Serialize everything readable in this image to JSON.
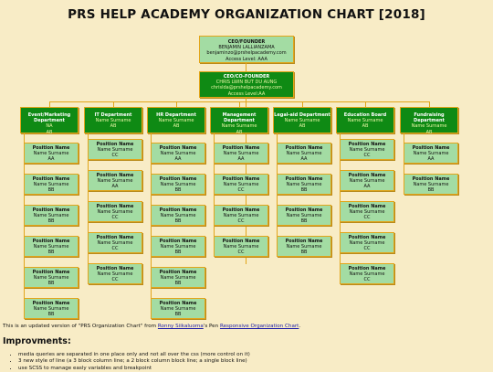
{
  "title": "PRS HELP ACADEMY ORGANIZATION CHART [2018]",
  "chart_data": {
    "type": "org-chart",
    "founder": {
      "role": "CEO/FOUNDER",
      "name": "BENJAMIN LALLIANZAMA",
      "email": "benjaminzo@prshelpacademy.com",
      "access": "Access Level: AAA"
    },
    "cofounder": {
      "role": "CEO/CO-FOUNDER",
      "name": "CHRIS LWIN BUT DU AUNG",
      "email": "chrislda@prshelpacademy.com",
      "access": "Access Level:AA"
    },
    "departments": [
      {
        "name": "Event/Marketing Department",
        "head": "NA",
        "level": "AB",
        "positions": [
          {
            "title": "Position Name",
            "name": "Name Surname",
            "level": "AA"
          },
          {
            "title": "Position Name",
            "name": "Name Surname",
            "level": "BB"
          },
          {
            "title": "Position Name",
            "name": "Name Surname",
            "level": "BB"
          },
          {
            "title": "Position Name",
            "name": "Name Surname",
            "level": "BB"
          },
          {
            "title": "Position Name",
            "name": "Name Surname",
            "level": "BB"
          },
          {
            "title": "Position Name",
            "name": "Name Surname",
            "level": "BB"
          }
        ]
      },
      {
        "name": "IT Department",
        "head": "Name Surname",
        "level": "AB",
        "positions": [
          {
            "title": "Position Name",
            "name": "Name Surname",
            "level": "CC"
          },
          {
            "title": "Position Name",
            "name": "Name Surname",
            "level": "AA"
          },
          {
            "title": "Position Name",
            "name": "Name Surname",
            "level": "CC"
          },
          {
            "title": "Position Name",
            "name": "Name Surname",
            "level": "CC"
          },
          {
            "title": "Position Name",
            "name": "Name Surname",
            "level": "CC"
          }
        ]
      },
      {
        "name": "HR Department",
        "head": "Name Surname",
        "level": "AB",
        "positions": [
          {
            "title": "Position Name",
            "name": "Name Surname",
            "level": "AA"
          },
          {
            "title": "Position Name",
            "name": "Name Surname",
            "level": "BB"
          },
          {
            "title": "Position Name",
            "name": "Name Surname",
            "level": "BB"
          },
          {
            "title": "Position Name",
            "name": "Name Surname",
            "level": "BB"
          },
          {
            "title": "Position Name",
            "name": "Name Surname",
            "level": "BB"
          },
          {
            "title": "Position Name",
            "name": "Name Surname",
            "level": "BB"
          }
        ]
      },
      {
        "name": "Management Department",
        "head": "Name Surname",
        "level": "AB",
        "positions": [
          {
            "title": "Position Name",
            "name": "Name Surname",
            "level": "AA"
          },
          {
            "title": "Position Name",
            "name": "Name Surname",
            "level": "CC"
          },
          {
            "title": "Position Name",
            "name": "Name Surname",
            "level": "CC"
          },
          {
            "title": "Position Name",
            "name": "Name Surname",
            "level": "CC"
          }
        ]
      },
      {
        "name": "Legal-aid Department",
        "head": "Name Surname",
        "level": "AB",
        "positions": [
          {
            "title": "Position Name",
            "name": "Name Surname",
            "level": "AA"
          },
          {
            "title": "Position Name",
            "name": "Name Surname",
            "level": "BB"
          },
          {
            "title": "Position Name",
            "name": "Name Surname",
            "level": "BB"
          },
          {
            "title": "Position Name",
            "name": "Name Surname",
            "level": "BB"
          }
        ]
      },
      {
        "name": "Education Board",
        "head": "Name Surname",
        "level": "AB",
        "positions": [
          {
            "title": "Position Name",
            "name": "Name Surname",
            "level": "CC"
          },
          {
            "title": "Position Name",
            "name": "Name Surname",
            "level": "AA"
          },
          {
            "title": "Position Name",
            "name": "Name Surname",
            "level": "CC"
          },
          {
            "title": "Position Name",
            "name": "Name Surname",
            "level": "CC"
          },
          {
            "title": "Position Name",
            "name": "Name Surname",
            "level": "CC"
          }
        ]
      },
      {
        "name": "Fundraising Department",
        "head": "Name Surname",
        "level": "AB",
        "positions": [
          {
            "title": "Position Name",
            "name": "Name Surname",
            "level": "AA"
          },
          {
            "title": "Position Name",
            "name": "Name Surname",
            "level": "BB"
          }
        ]
      }
    ]
  },
  "note": {
    "prefix": "This is an updated version of \"PRS Organization Chart\" from ",
    "author_link": "Ronny Siikaluoma",
    "middle": "'s Pen ",
    "pen_link": "Responsive Organization Chart",
    "suffix": "."
  },
  "improvements": {
    "heading": "Improvments:",
    "items": [
      "media queries are separated in one place only and not all over the css (more control on it)",
      "3 new style of line (a 3 block column line; a 2 block column block line; a single block line)",
      "use SCSS to manage easly variables and breakpoint"
    ]
  }
}
